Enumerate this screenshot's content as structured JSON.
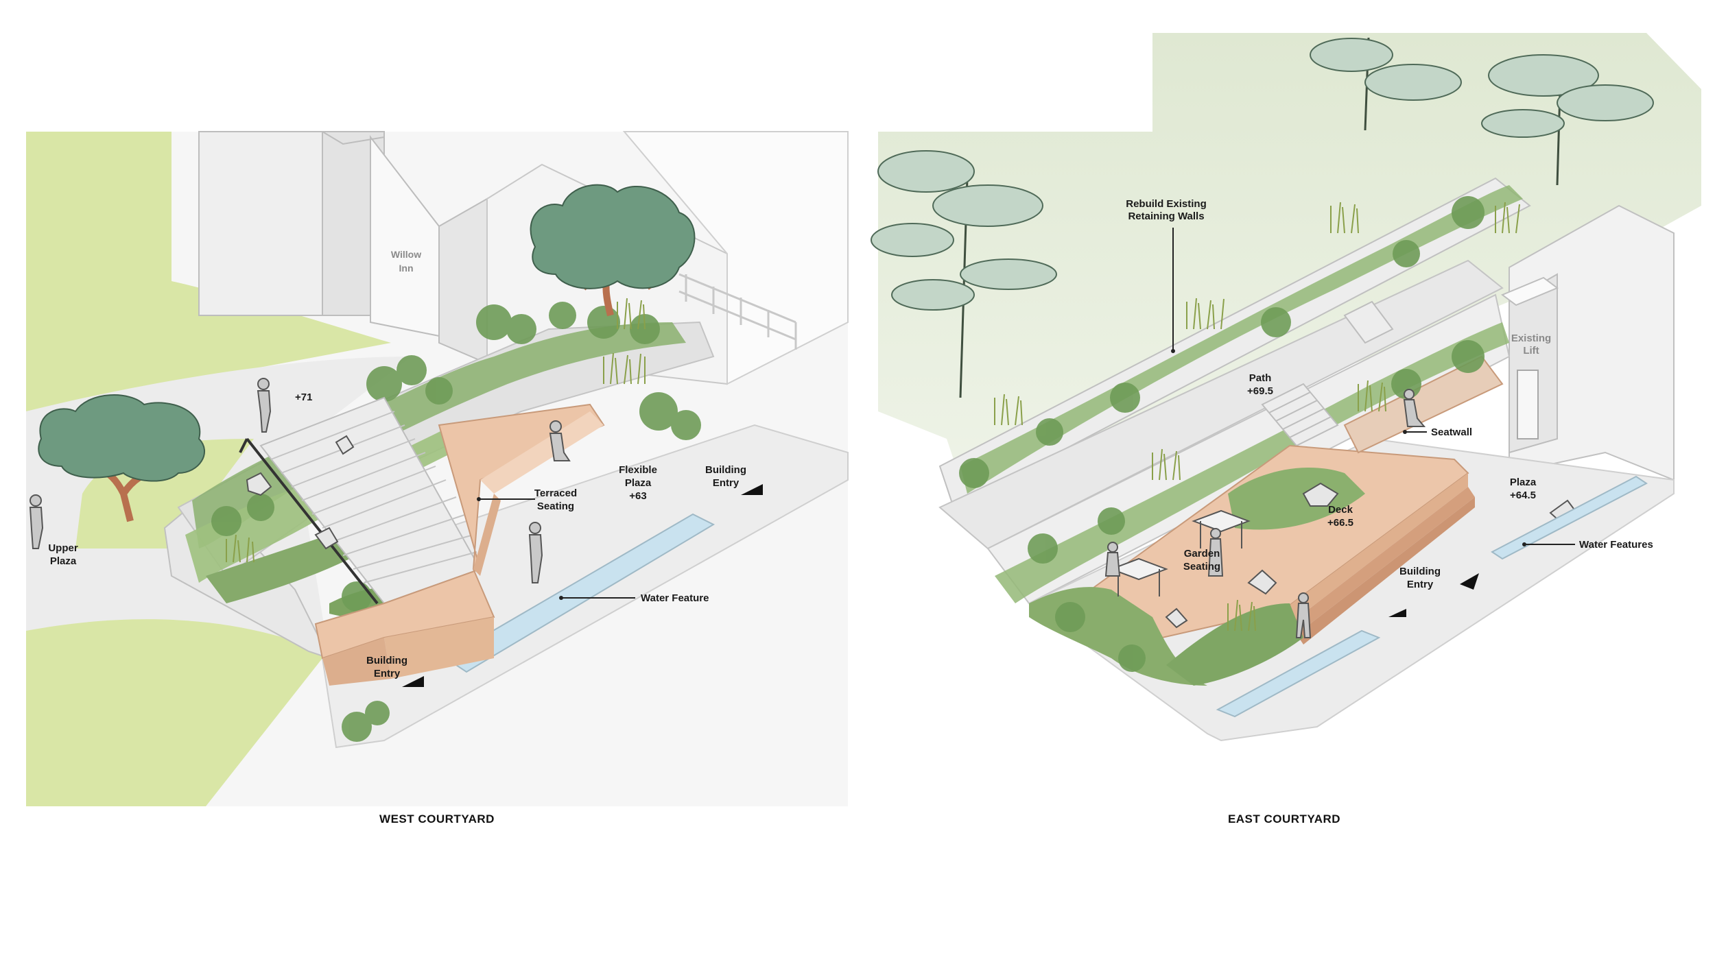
{
  "west": {
    "caption": "WEST COURTYARD",
    "labels": {
      "willow_1": "Willow",
      "willow_2": "Inn",
      "elev_71": "+71",
      "upper_1": "Upper",
      "upper_2": "Plaza",
      "terraced_1": "Terraced",
      "terraced_2": "Seating",
      "flex_1": "Flexible",
      "flex_2": "Plaza",
      "flex_3": "+63",
      "entry_a_1": "Building",
      "entry_a_2": "Entry",
      "entry_b_1": "Building",
      "entry_b_2": "Entry",
      "water": "Water Feature"
    }
  },
  "east": {
    "caption": "EAST COURTYARD",
    "labels": {
      "rebuild_1": "Rebuild Existing",
      "rebuild_2": "Retaining Walls",
      "lift_1": "Existing",
      "lift_2": "Lift",
      "path_1": "Path",
      "path_2": "+69.5",
      "seatwall": "Seatwall",
      "plaza_1": "Plaza",
      "plaza_2": "+64.5",
      "deck_1": "Deck",
      "deck_2": "+66.5",
      "garden_1": "Garden",
      "garden_2": "Seating",
      "water": "Water Features",
      "entry_1": "Building",
      "entry_2": "Entry"
    }
  },
  "colors": {
    "lawn": "#d9e6a6",
    "deck": "#e9c2a6",
    "water": "#c9e2ef",
    "foliage": "#7fa664",
    "foliage_dark": "#5c8a4e",
    "tree": "#6e9a80",
    "trunk": "#b8704e",
    "wall": "#f2f2f2",
    "hill": "#e3ebd9"
  }
}
